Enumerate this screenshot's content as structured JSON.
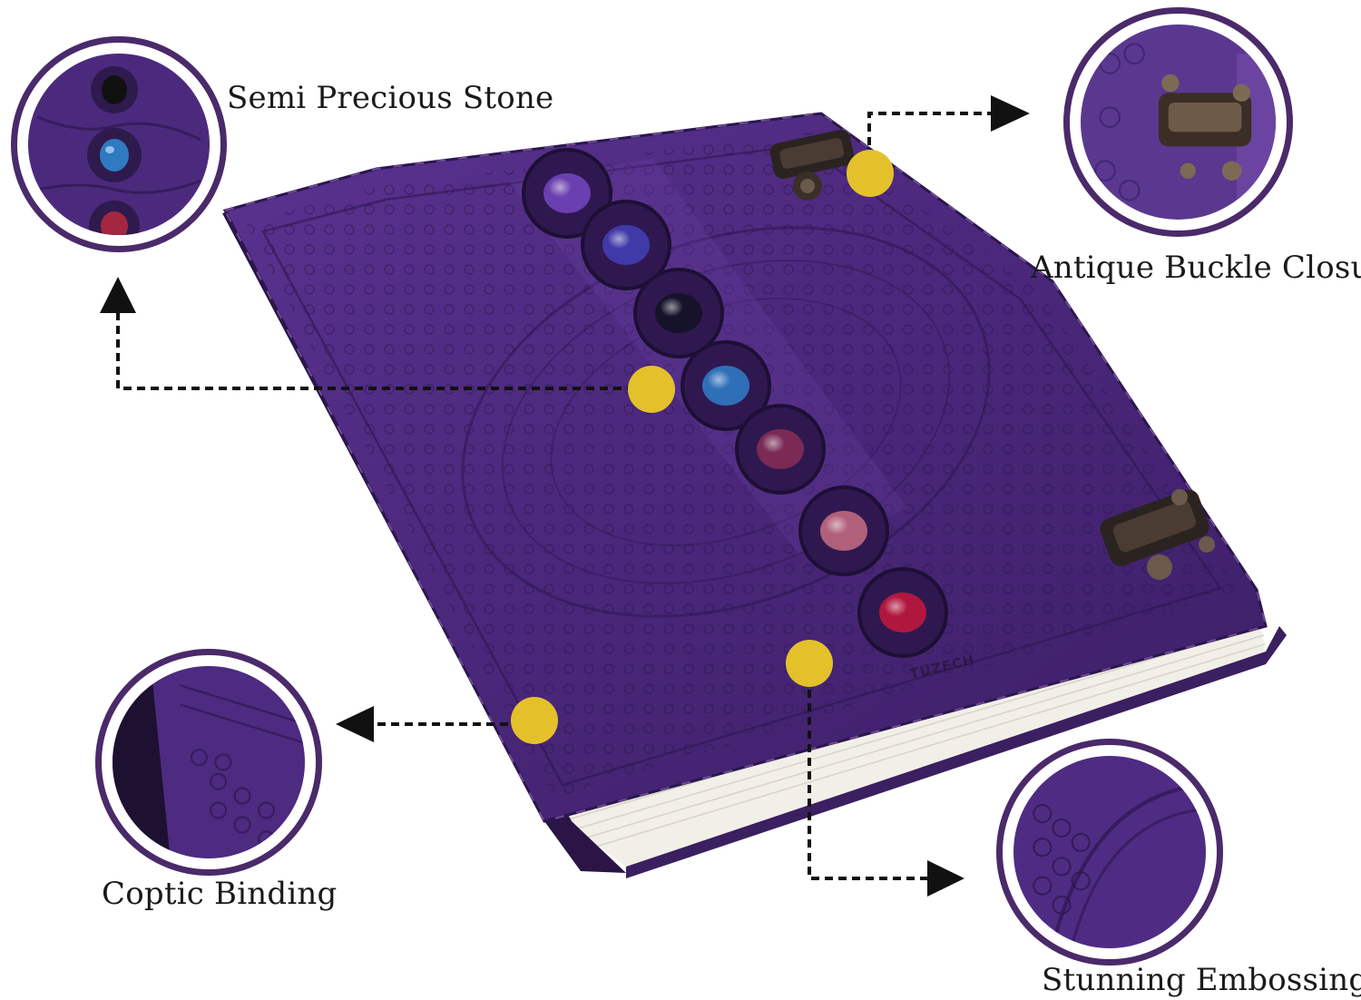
{
  "annotations": {
    "stone_label": "Semi Precious Stone",
    "buckle_label": "Antique Buckle Closure",
    "binding_label": "Coptic Binding",
    "embossing_label": "Stunning Embossing"
  },
  "product": {
    "brand_mark": "TUZECH",
    "cover_color": "#4d2a7e",
    "stone_colors": [
      "#6a3fb0",
      "#3f3aa8",
      "#15122a",
      "#2f6fb8",
      "#7a2a55",
      "#b0607a",
      "#b0173f"
    ]
  },
  "colors": {
    "marker": "#e4c12b",
    "ring": "#4a2a6a",
    "arrow": "#111111",
    "text": "#1a1a1a"
  },
  "icons": [
    "arrow-right-icon",
    "arrow-up-icon",
    "arrow-left-icon"
  ]
}
